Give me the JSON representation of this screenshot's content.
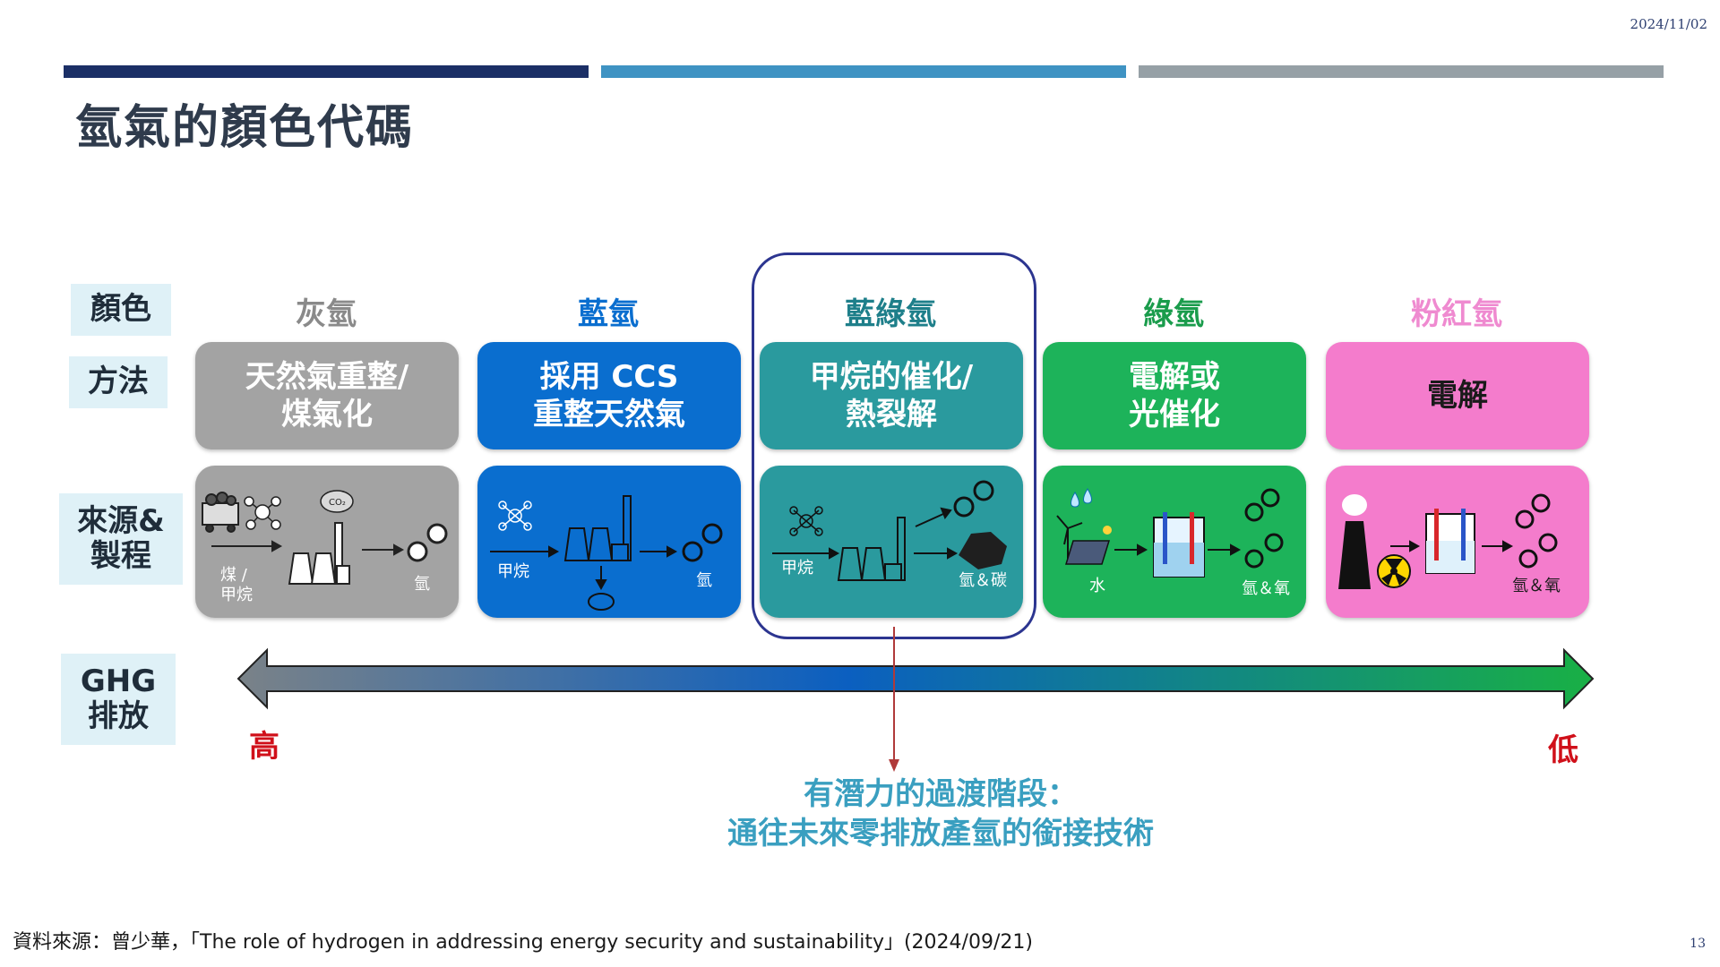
{
  "date": "2024/11/02",
  "page_number": "13",
  "title": "氫氣的顏色代碼",
  "row_labels": {
    "color": "顏色",
    "method": "方法",
    "source_line1": "來源&",
    "source_line2": "製程",
    "ghg_line1": "GHG",
    "ghg_line2": "排放"
  },
  "columns": [
    {
      "name": "灰氫",
      "method_line1": "天然氣重整/",
      "method_line2": "煤氣化",
      "source_input_1": "煤 /",
      "source_input_2": "甲烷",
      "source_output": "氫",
      "color": "#9e9e9e",
      "name_color": "#8a8a8a"
    },
    {
      "name": "藍氫",
      "method_line1": "採用 CCS",
      "method_line2": "重整天然氣",
      "source_input_1": "甲烷",
      "source_output": "氫",
      "color": "#0a6ecf",
      "name_color": "#0a6ecf"
    },
    {
      "name": "藍綠氫",
      "method_line1": "甲烷的催化/",
      "method_line2": "熱裂解",
      "source_input_1": "甲烷",
      "source_output": "氫＆碳",
      "color": "#2a9a9e",
      "name_color": "#1e7f8a"
    },
    {
      "name": "綠氫",
      "method_line1": "電解或",
      "method_line2": "光催化",
      "source_input_1": "水",
      "source_output": "氫＆氧",
      "color": "#1db35a",
      "name_color": "#1a9c4c"
    },
    {
      "name": "粉紅氫",
      "method_line1": "電解",
      "method_line2": "",
      "source_output": "氫＆氧",
      "color": "#f47ccc",
      "name_color": "#ef8ad0"
    }
  ],
  "ghg": {
    "high": "高",
    "low": "低"
  },
  "note": {
    "line1": "有潛力的過渡階段：",
    "line2": "通往未來零排放產氫的銜接技術"
  },
  "footer": "資料來源：曾少華，「The role of hydrogen in addressing energy security and sustainability」(2024/09/21)",
  "colors": {
    "bar1": "#1b2f66",
    "bar2": "#3f93c3",
    "bar3": "#96a0a6",
    "highlight_border": "#2c3590",
    "note_text": "#3a9fc0",
    "arrow_line": "#b03a3a"
  }
}
